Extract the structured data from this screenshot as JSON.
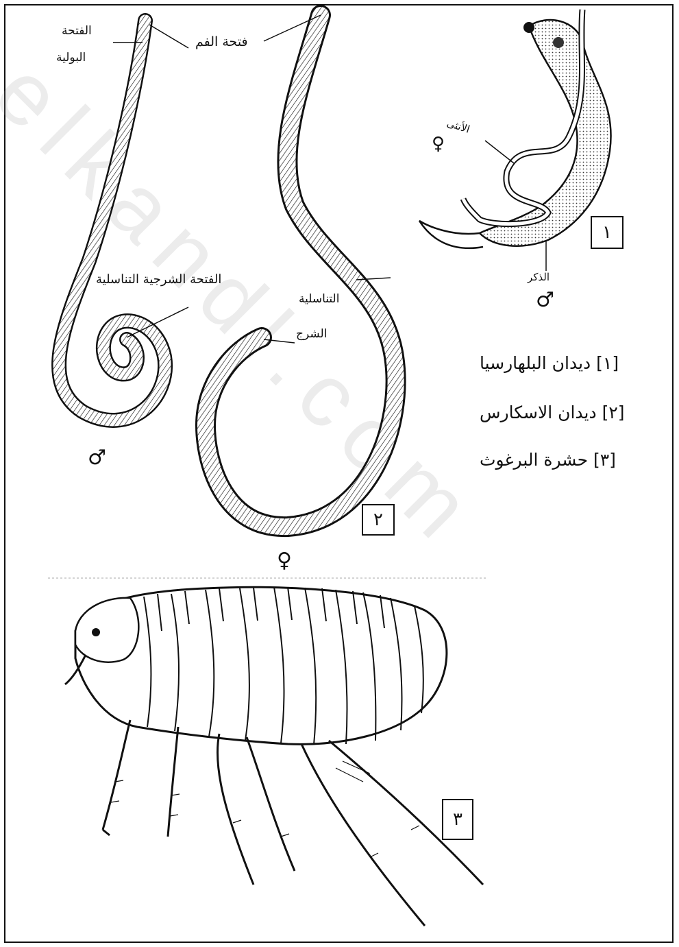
{
  "labels": {
    "urinary_opening_1": "الفتحة",
    "urinary_opening_2": "البولية",
    "mouth_opening": "فتحة الفم",
    "female_bilharzia": "الأنثى",
    "male_bilharzia": "الذكر",
    "anal_genital_opening": "الفتحة الشرجية التناسلية",
    "genital": "التناسلية",
    "anus": "الشرج"
  },
  "legend": {
    "item1": "[١] ديدان البلهارسيا",
    "item2": "[٢] ديدان الاسكارس",
    "item3": "[٣] حشرة البرغوث"
  },
  "figure_numbers": {
    "fig1": "١",
    "fig2": "٢",
    "fig3": "٣"
  },
  "symbols": {
    "male": "♂",
    "female": "♀"
  },
  "watermark": "elkandl.com"
}
